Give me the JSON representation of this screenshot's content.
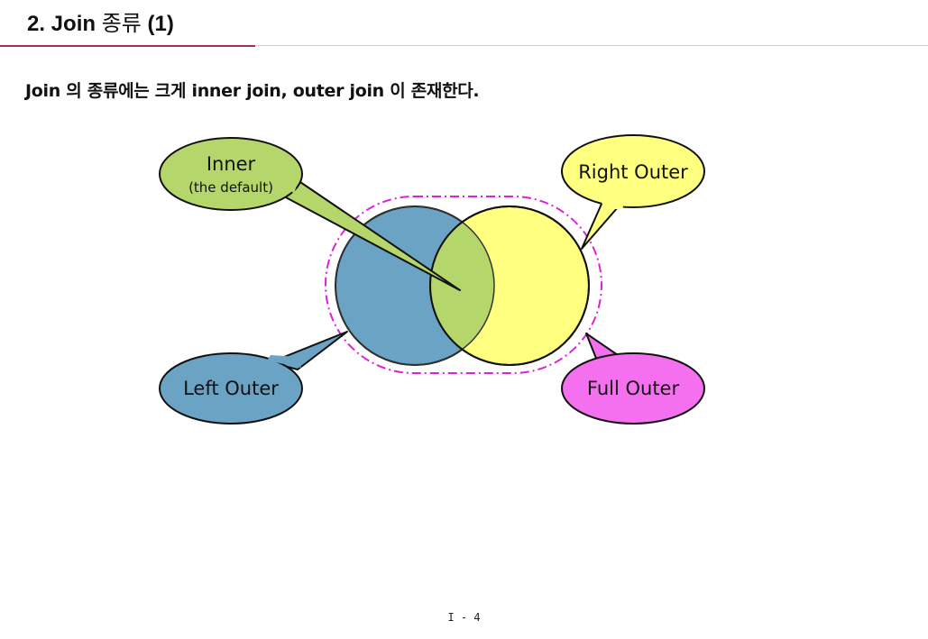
{
  "title": {
    "number": "2. Join",
    "korean": "종류",
    "suffix": "(1)"
  },
  "intro_text": "Join 의 종류에는 크게 inner join, outer join 이 존재한다.",
  "diagram": {
    "labels": {
      "inner": "Inner",
      "inner_sub": "(the default)",
      "right_outer": "Right Outer",
      "left_outer": "Left Outer",
      "full_outer": "Full Outer"
    },
    "colors": {
      "left_circle": "#6aa3c4",
      "right_circle": "#ffff80",
      "intersection": "#b5d66a",
      "inner_bubble": "#b5d66a",
      "right_outer_bubble": "#ffff80",
      "left_outer_bubble": "#6aa3c4",
      "full_outer_bubble": "#f570ef",
      "full_outer_outline": "#e020d8",
      "title_accent": "#a3305a"
    }
  },
  "footer": {
    "page_number": "I - 4"
  }
}
